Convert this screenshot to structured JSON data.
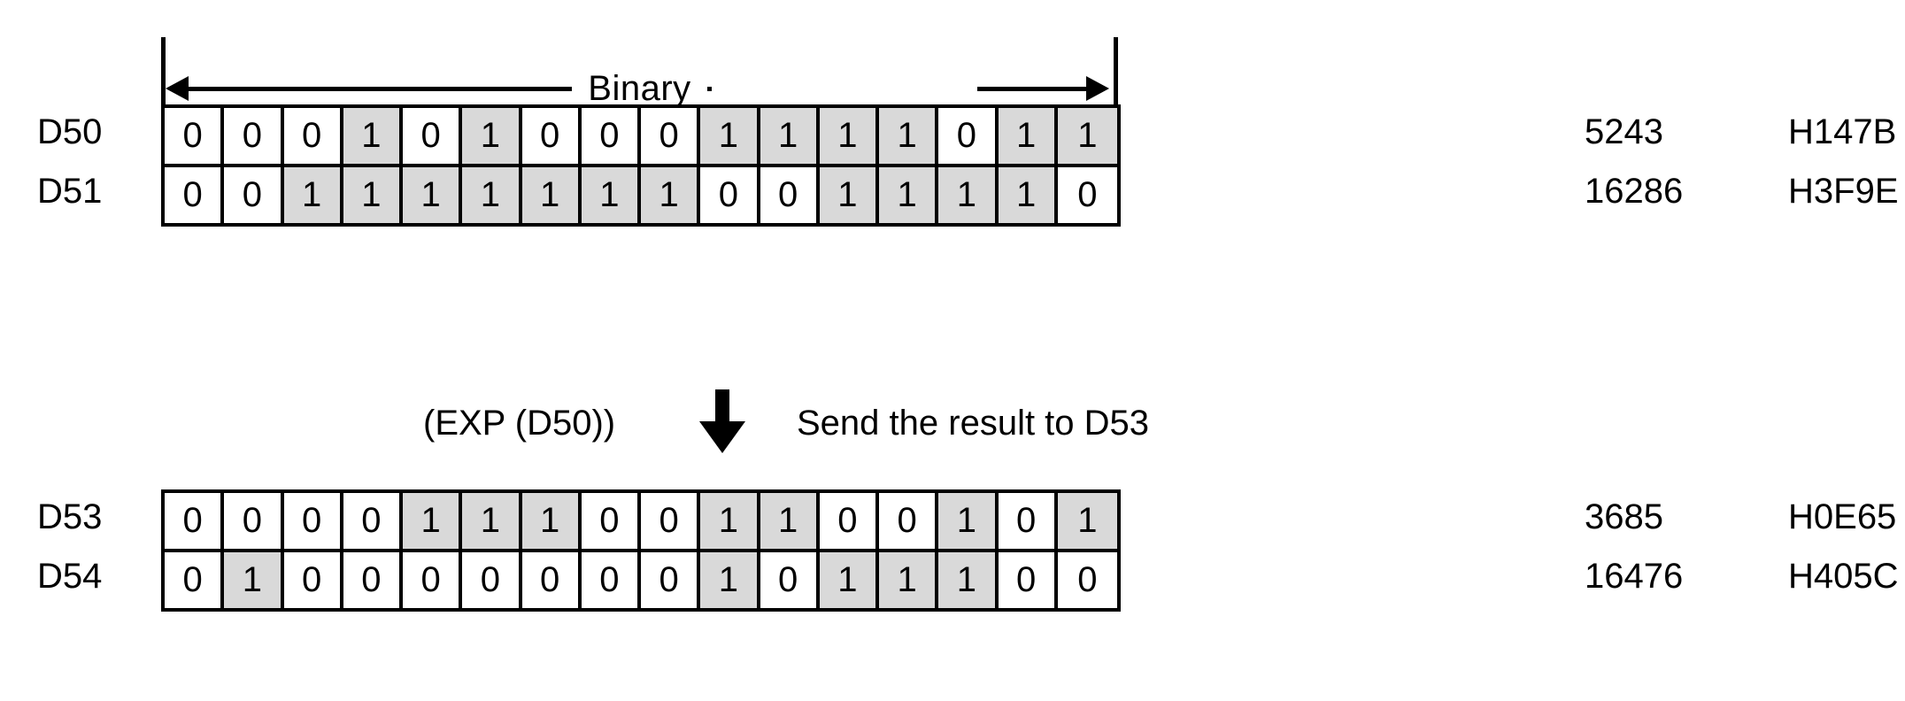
{
  "diagram": {
    "header": {
      "label": "Binary",
      "left_arrow_icon": "arrow-left",
      "right_arrow_icon": "arrow-right"
    },
    "middle": {
      "expression": "(EXP (D50))",
      "result_note": "Send the result to D53",
      "arrow_icon": "arrow-down"
    },
    "top_group": {
      "rows": [
        {
          "label": "D50",
          "bits": [
            "0",
            "0",
            "0",
            "1",
            "0",
            "1",
            "0",
            "0",
            "0",
            "1",
            "1",
            "1",
            "1",
            "0",
            "1",
            "1"
          ],
          "decimal": "5243",
          "hex": "H147B"
        },
        {
          "label": "D51",
          "bits": [
            "0",
            "0",
            "1",
            "1",
            "1",
            "1",
            "1",
            "1",
            "1",
            "0",
            "0",
            "1",
            "1",
            "1",
            "1",
            "0"
          ],
          "decimal": "16286",
          "hex": "H3F9E"
        }
      ]
    },
    "bottom_group": {
      "rows": [
        {
          "label": "D53",
          "bits": [
            "0",
            "0",
            "0",
            "0",
            "1",
            "1",
            "1",
            "0",
            "0",
            "1",
            "1",
            "0",
            "0",
            "1",
            "0",
            "1"
          ],
          "decimal": "3685",
          "hex": "H0E65"
        },
        {
          "label": "D54",
          "bits": [
            "0",
            "1",
            "0",
            "0",
            "0",
            "0",
            "0",
            "0",
            "0",
            "1",
            "0",
            "1",
            "1",
            "1",
            "0",
            "0"
          ],
          "decimal": "16476",
          "hex": "H405C"
        }
      ]
    },
    "colors": {
      "bit_set_background": "#d9d9d9",
      "bit_clear_background": "#ffffff",
      "line": "#000000"
    }
  }
}
